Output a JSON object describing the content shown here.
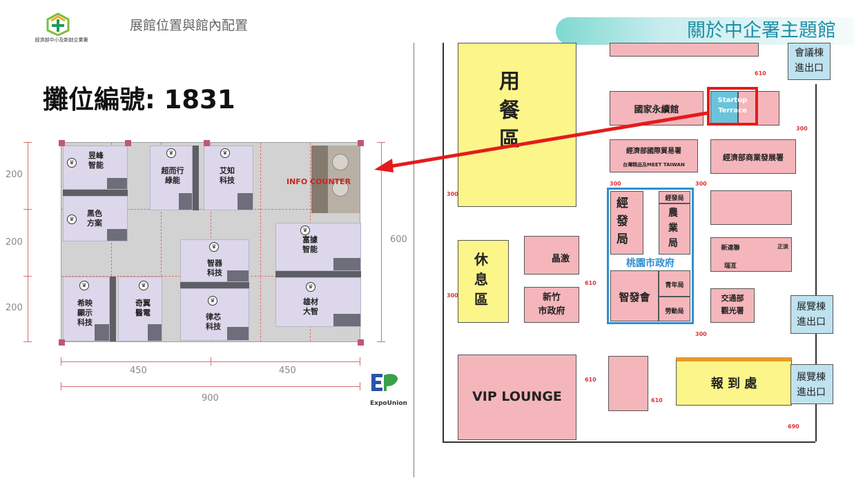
{
  "header": {
    "logo_text": "經濟部中小及新創企業署",
    "breadcrumb": "展館位置與館內配置",
    "banner_title": "關於中企署主題館",
    "booth_number": "攤位編號: 1831"
  },
  "plan": {
    "booths": [
      {
        "name": "昱峰\n智能"
      },
      {
        "name": "超而行\n綠能"
      },
      {
        "name": "艾知\n科技"
      },
      {
        "name": "黑色\n方案"
      },
      {
        "name": "富據\n智能"
      },
      {
        "name": "智器\n科技"
      },
      {
        "name": "希映\n顯示\n科技"
      },
      {
        "name": "奇翼\n醫電"
      },
      {
        "name": "律芯\n科技"
      },
      {
        "name": "雄材\n大智"
      }
    ],
    "info_counter": "INFO COUNTER",
    "dims": {
      "left_200_a": "200",
      "left_200_b": "200",
      "left_200_c": "200",
      "right_600": "600",
      "bottom_450_a": "450",
      "bottom_450_b": "450",
      "bottom_900": "900"
    }
  },
  "brand": {
    "expounion": "ExpoUnion"
  },
  "map": {
    "dining": "用\n餐\n區",
    "rest": "休\n息\n區",
    "vip": "VIP LOUNGE",
    "national": "國家永續館",
    "startup": "Startup\nTerrace",
    "meeting_exit": "會議棟\n進出口",
    "trade": "經濟部國際貿易署",
    "trade_sub": "台灣精品及MEET TAIWAN",
    "industry": "經濟部商業發展署",
    "jingfa": "經\n發\n局",
    "jingfa_side": "經發局",
    "nongye": "農\n業\n局",
    "taoyuan": "桃園市政府",
    "zhifa": "智發會",
    "qingnian": "青年局",
    "labor": "勞動局",
    "jingji": "晶激",
    "hsinchu": "新竹\n市政府",
    "transport": "交通部\n觀光署",
    "checkin": "報 到 處",
    "hall_exit_1": "展覽棟\n進出口",
    "hall_exit_2": "展覽棟\n進出口",
    "xinda": "新達聯",
    "zhengwen": "正淡",
    "ruiwen": "瑞亙",
    "m300": "300",
    "m610": "610",
    "m690": "690"
  },
  "colors": {
    "arrow": "#e41b1b",
    "highlight": "#e41b1b",
    "banner": "#1c8fa5"
  }
}
